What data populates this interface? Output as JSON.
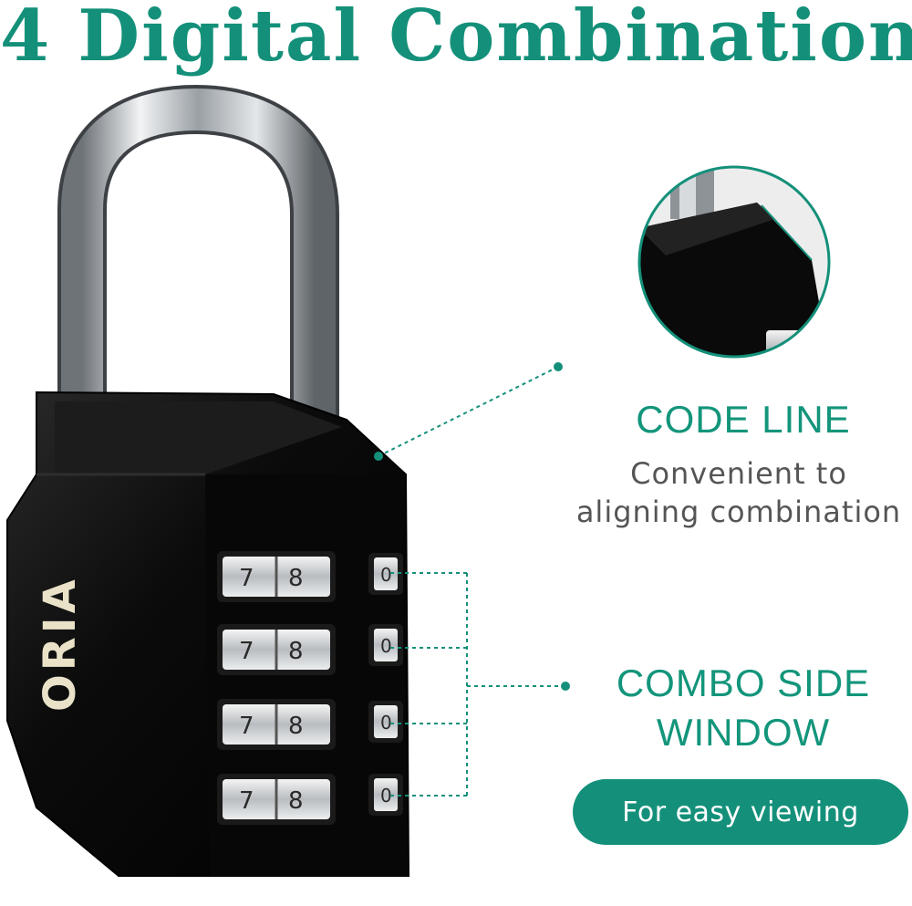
{
  "header": {
    "title": "4 Digital Combination"
  },
  "product": {
    "brand": "ORIA"
  },
  "dials": [
    {
      "left_digit": "7",
      "right_digit": "8",
      "side_digit": "0"
    },
    {
      "left_digit": "7",
      "right_digit": "8",
      "side_digit": "0"
    },
    {
      "left_digit": "7",
      "right_digit": "8",
      "side_digit": "0"
    },
    {
      "left_digit": "7",
      "right_digit": "8",
      "side_digit": "0"
    }
  ],
  "callouts": {
    "code_line": {
      "title": "CODE LINE",
      "desc_line1": "Convenient to",
      "desc_line2": "aligning combination"
    },
    "combo_side": {
      "title_line1": "COMBO SIDE",
      "title_line2": "WINDOW",
      "pill_label": "For easy viewing"
    }
  },
  "colors": {
    "accent": "#14907a",
    "body": "#0d0d0d",
    "shackle": "#c9cccf",
    "text_gray": "#555555"
  }
}
